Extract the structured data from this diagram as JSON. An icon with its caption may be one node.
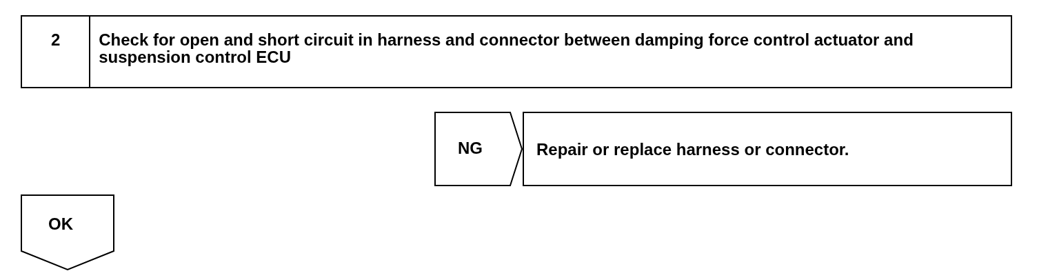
{
  "diagram": {
    "nodes": [
      {
        "text": [
          "2",
          "Check for open and short circuit in harness and connector between damping force control actuator and suspension control ECU"
        ]
      },
      {
        "text": [
          "NG"
        ]
      },
      {
        "text": [
          "Repair or replace harness or connector."
        ]
      },
      {
        "text": [
          "OK"
        ]
      }
    ]
  }
}
